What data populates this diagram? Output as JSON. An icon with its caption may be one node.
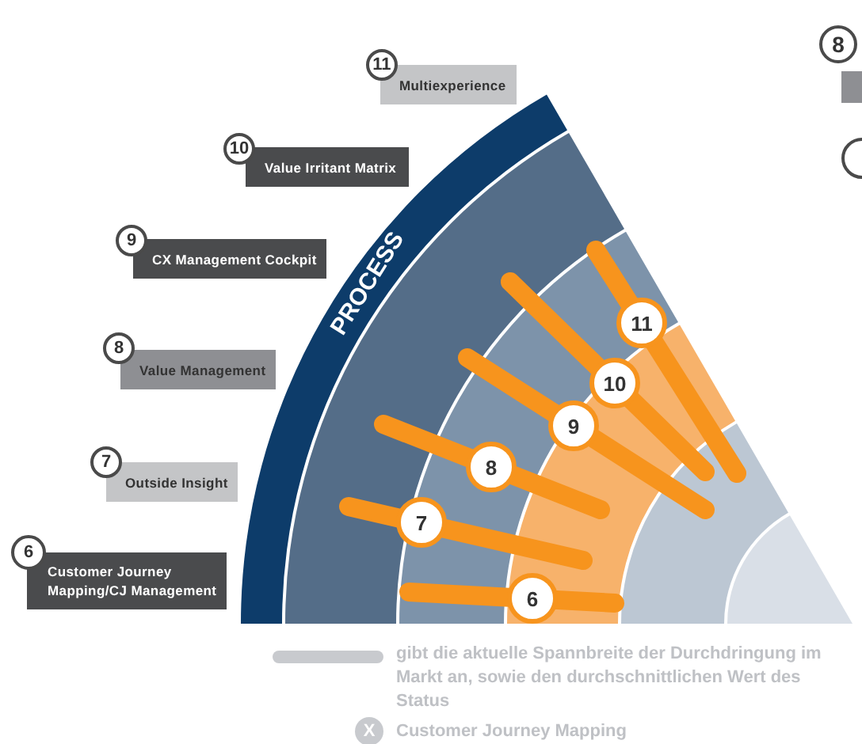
{
  "diagram": {
    "nodes": [
      {
        "text": [
          "11",
          "Multiexperience"
        ]
      },
      {
        "text": [
          "10",
          "Value Irritant Matrix"
        ]
      },
      {
        "text": [
          "9",
          "CX Management Cockpit"
        ]
      },
      {
        "text": [
          "PROCESS"
        ]
      },
      {
        "text": [
          "8",
          "Value Management"
        ]
      },
      {
        "text": [
          "7",
          "Outside Insight"
        ]
      },
      {
        "text": [
          "6",
          "Customer Journey Mapping/CJ Management"
        ]
      }
    ],
    "labels": [
      "8",
      "11",
      "10",
      "9",
      "8",
      "7",
      "6",
      "X"
    ],
    "legend": [
      {
        "text": "gibt die aktuelle Spannbreite der Durchdringung im Markt an, sowie den durchschnittlichen Wert des Status"
      },
      {
        "text": "Customer Journey Mapping"
      }
    ]
  }
}
